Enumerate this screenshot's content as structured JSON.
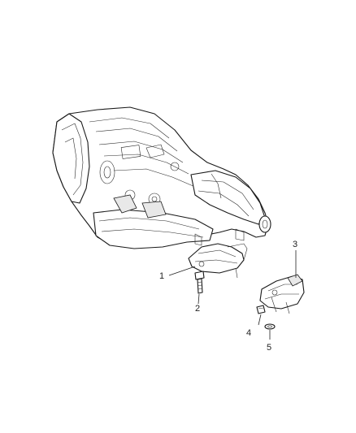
{
  "diagram": {
    "parts": [
      {
        "id": "transmission",
        "callout": ""
      },
      {
        "id": "bracket",
        "callout": "1"
      },
      {
        "id": "bolt",
        "callout": "2"
      },
      {
        "id": "mount",
        "callout": "3"
      },
      {
        "id": "nut",
        "callout": "4"
      },
      {
        "id": "washer",
        "callout": "5"
      }
    ],
    "callouts": {
      "c1": "1",
      "c2": "2",
      "c3": "3",
      "c4": "4",
      "c5": "5"
    }
  }
}
